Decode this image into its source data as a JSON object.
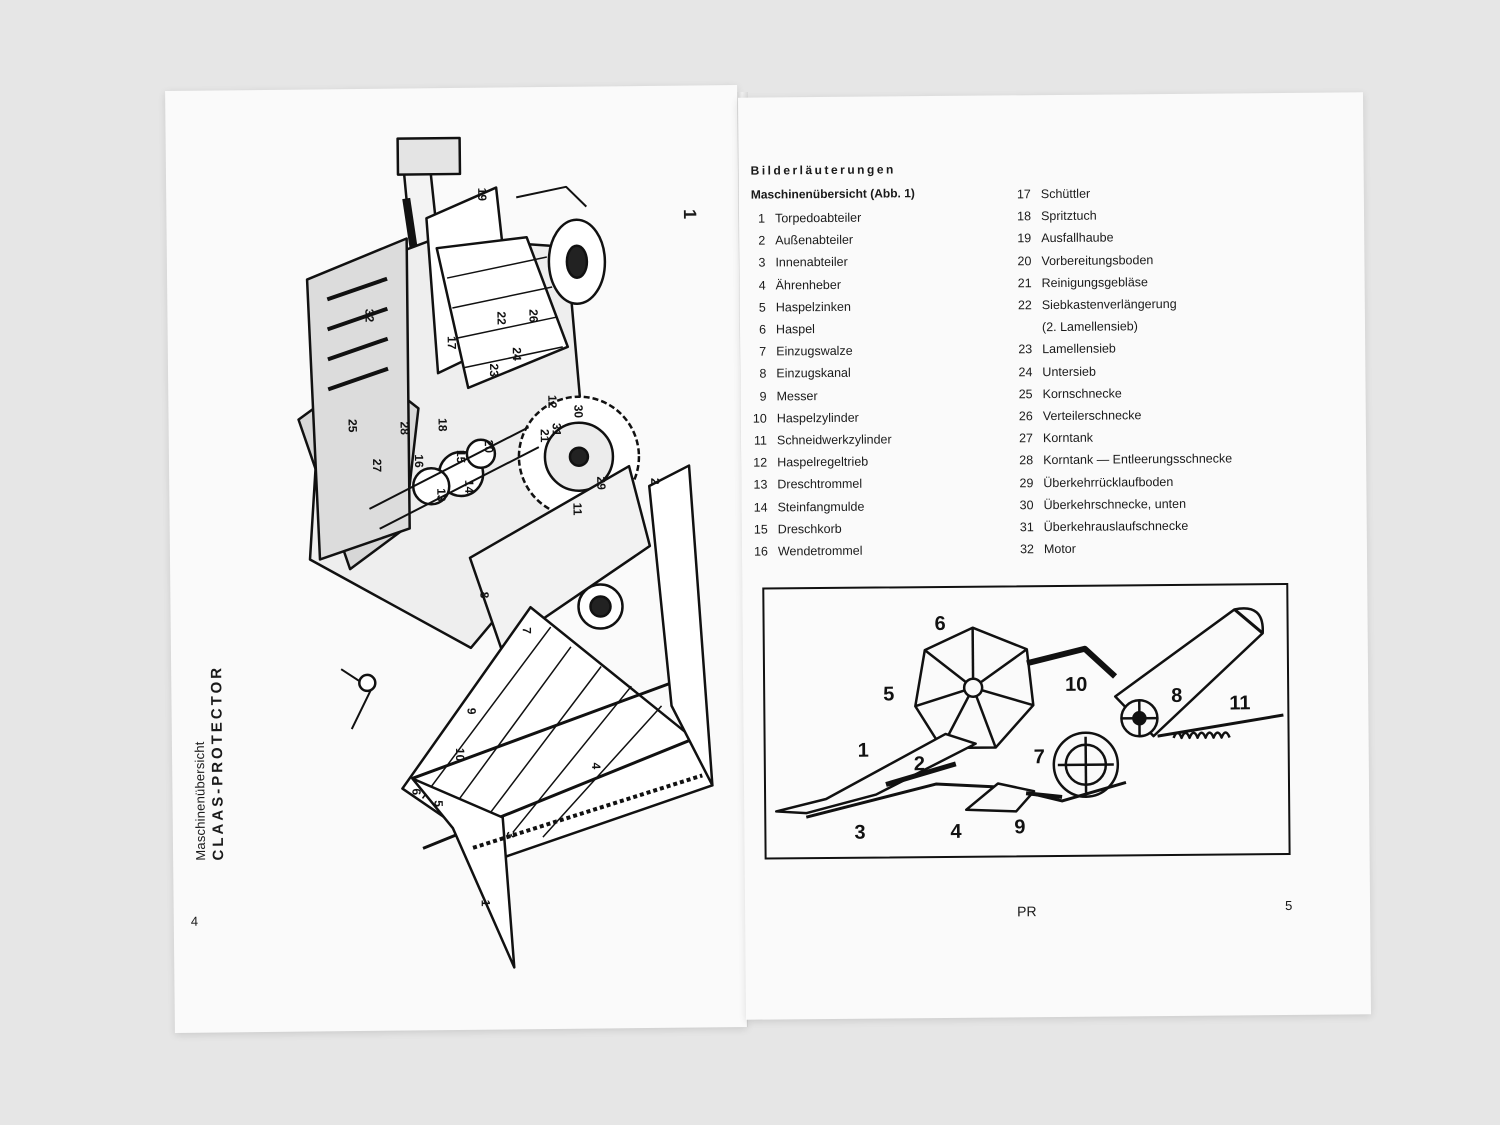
{
  "left_page": {
    "caption_sub": "Maschinenübersicht",
    "caption_title": "CLAAS-PROTECTOR",
    "figure_number": "1",
    "page_number": "4",
    "callouts": [
      "19",
      "32",
      "17",
      "22",
      "23",
      "24",
      "25",
      "26",
      "27",
      "28",
      "18",
      "16",
      "15",
      "13",
      "14",
      "20",
      "21",
      "12",
      "31",
      "30",
      "29",
      "11",
      "8",
      "7",
      "6",
      "5",
      "4",
      "3",
      "2",
      "1",
      "10",
      "9"
    ]
  },
  "right_page": {
    "section_title": "Bilderläuterungen",
    "section_subtitle": "Maschinenübersicht (Abb. 1)",
    "legend_left": [
      {
        "n": "1",
        "label": "Torpedoabteiler"
      },
      {
        "n": "2",
        "label": "Außenabteiler"
      },
      {
        "n": "3",
        "label": "Innenabteiler"
      },
      {
        "n": "4",
        "label": "Ährenheber"
      },
      {
        "n": "5",
        "label": "Haspelzinken"
      },
      {
        "n": "6",
        "label": "Haspel"
      },
      {
        "n": "7",
        "label": "Einzugswalze"
      },
      {
        "n": "8",
        "label": "Einzugskanal"
      },
      {
        "n": "9",
        "label": "Messer"
      },
      {
        "n": "10",
        "label": "Haspelzylinder"
      },
      {
        "n": "11",
        "label": "Schneidwerkzylinder"
      },
      {
        "n": "12",
        "label": "Haspelregeltrieb"
      },
      {
        "n": "13",
        "label": "Dreschtrommel"
      },
      {
        "n": "14",
        "label": "Steinfangmulde"
      },
      {
        "n": "15",
        "label": "Dreschkorb"
      },
      {
        "n": "16",
        "label": "Wendetrommel"
      }
    ],
    "legend_right": [
      {
        "n": "17",
        "label": "Schüttler"
      },
      {
        "n": "18",
        "label": "Spritztuch"
      },
      {
        "n": "19",
        "label": "Ausfallhaube"
      },
      {
        "n": "20",
        "label": "Vorbereitungsboden"
      },
      {
        "n": "21",
        "label": "Reinigungsgebläse"
      },
      {
        "n": "22",
        "label": "Siebkastenverlängerung"
      },
      {
        "n": "",
        "label": "(2. Lamellensieb)"
      },
      {
        "n": "23",
        "label": "Lamellensieb"
      },
      {
        "n": "24",
        "label": "Untersieb"
      },
      {
        "n": "25",
        "label": "Kornschnecke"
      },
      {
        "n": "26",
        "label": "Verteilerschnecke"
      },
      {
        "n": "27",
        "label": "Korntank"
      },
      {
        "n": "28",
        "label": "Korntank — Entleerungsschnecke"
      },
      {
        "n": "29",
        "label": "Überkehrrücklaufboden"
      },
      {
        "n": "30",
        "label": "Überkehrschnecke, unten"
      },
      {
        "n": "31",
        "label": "Überkehrauslaufschnecke"
      },
      {
        "n": "32",
        "label": "Motor"
      }
    ],
    "figure2_callouts": [
      "6",
      "5",
      "10",
      "8",
      "11",
      "1",
      "2",
      "7",
      "3",
      "4",
      "9"
    ],
    "footer_code": "PR",
    "page_number": "5"
  }
}
